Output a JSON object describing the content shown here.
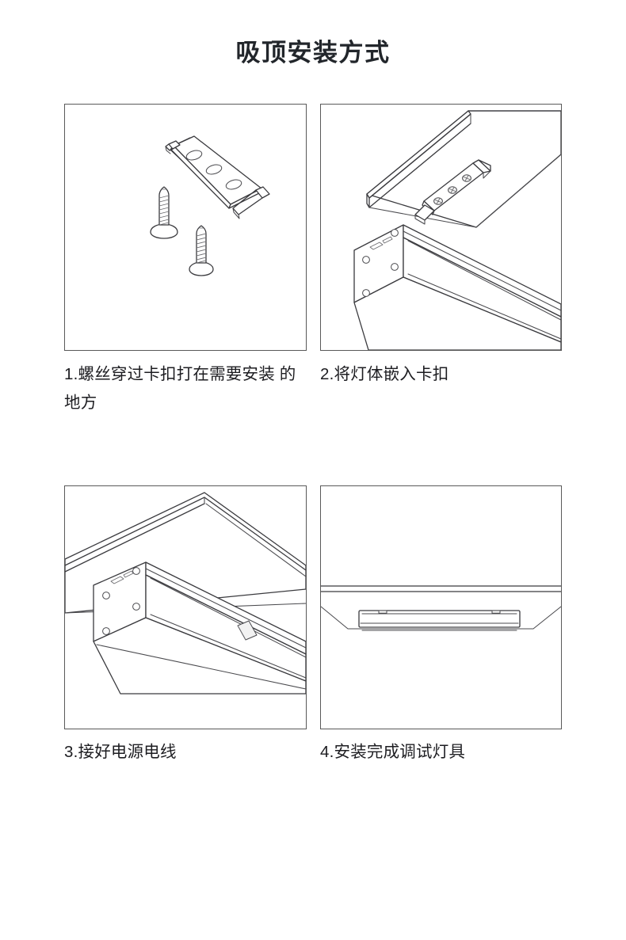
{
  "document": {
    "title": "吸顶安装方式",
    "background_color": "#ffffff",
    "text_color": "#1d1d21",
    "line_color": "#3a3a3e"
  },
  "steps": [
    {
      "number": "1",
      "caption": "1.螺丝穿过卡扣打在需要安装 的地方",
      "illustration": "mounting-bracket-and-screws",
      "parts": [
        "mounting clip with 3 holes",
        "self-tapping screw",
        "self-tapping screw"
      ]
    },
    {
      "number": "2",
      "caption": "2.将灯体嵌入卡扣",
      "illustration": "bracket-fixed-to-ceiling-with-fixture-below",
      "parts": [
        "ceiling panel",
        "clip fastened with 3 screws",
        "linear light fixture"
      ]
    },
    {
      "number": "3",
      "caption": "3.接好电源电线",
      "illustration": "fixture-mounted-against-ceiling-with-wiring",
      "parts": [
        "ceiling panel",
        "linear light fixture",
        "cable connector"
      ]
    },
    {
      "number": "4",
      "caption": "4.安装完成调试灯具",
      "illustration": "finished-installation-front-view",
      "parts": [
        "ceiling line",
        "installed linear light fixture"
      ]
    }
  ]
}
